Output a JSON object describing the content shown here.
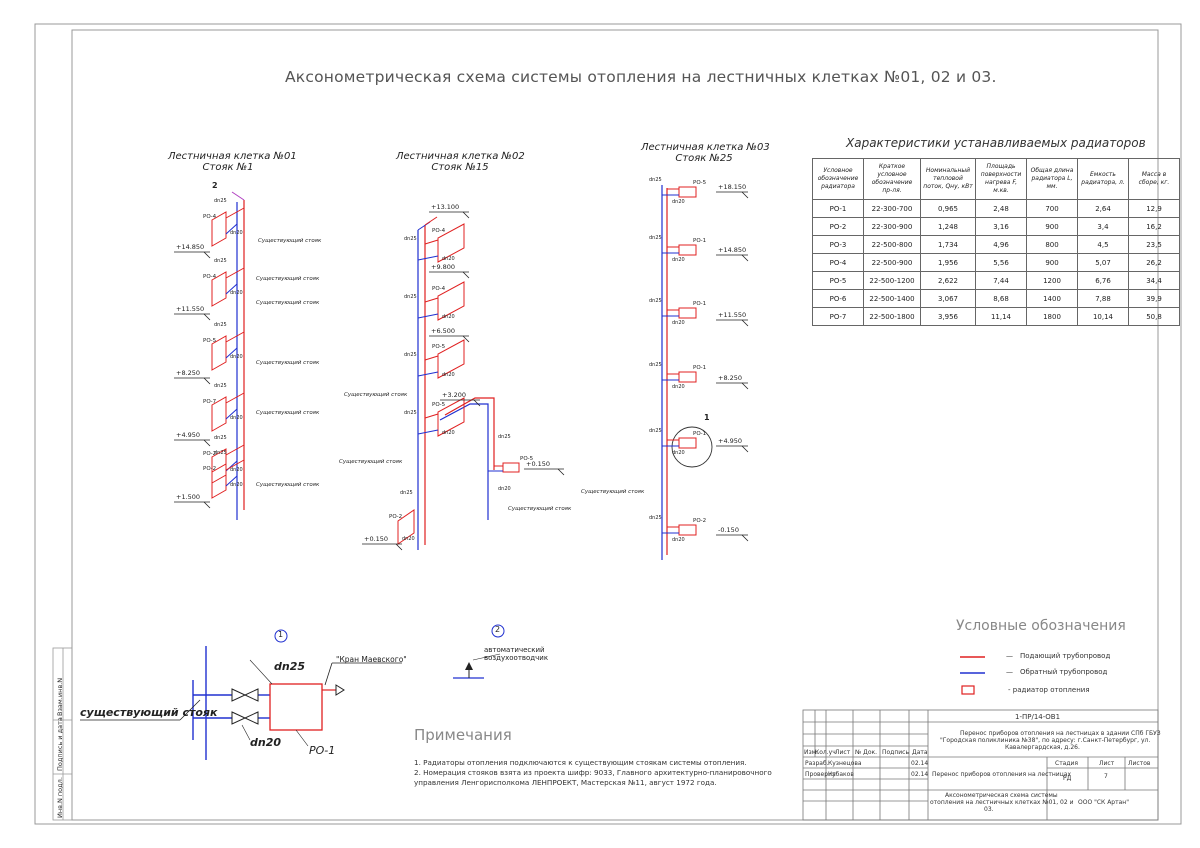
{
  "title": "Аксонометрическая схема системы отопления на лестничных клетках №01, 02 и 03.",
  "stairs": [
    {
      "title": "Лестничная клетка №01",
      "riser": "Стояк №1"
    },
    {
      "title": "Лестничная клетка №02",
      "riser": "Стояк №15"
    },
    {
      "title": "Лестничная клетка №03",
      "riser": "Стояк №25"
    }
  ],
  "labels": {
    "existing_riser": "Существующий стояк",
    "dn25": "dn25",
    "dn20": "dn20",
    "leader_1": "1",
    "leader_2": "2"
  },
  "levels1": [
    "+14.850",
    "+11.550",
    "+8.250",
    "+4.950",
    "+1.500"
  ],
  "levels2": [
    "+13.100",
    "+9.800",
    "+6.500",
    "+3.200",
    "+0.150",
    "+0.150"
  ],
  "levels3": [
    "+18.150",
    "+14.850",
    "+11.550",
    "+8.250",
    "+4.950",
    "-0.150"
  ],
  "radiators1": [
    "РО-4",
    "РО-4",
    "РО-5",
    "РО-7",
    "РО-2",
    "РО-2"
  ],
  "radiators2": [
    "РО-4",
    "РО-4",
    "РО-5",
    "РО-5",
    "РО-5",
    "РО-2"
  ],
  "radiators3": [
    "РО-5",
    "РО-1",
    "РО-1",
    "РО-1",
    "РО-1",
    "РО-2"
  ],
  "table": {
    "caption": "Характеристики устанавливаемых радиаторов",
    "headers": [
      "Условное обозначение радиатора",
      "Краткое условное обозначение пр-ля.",
      "Номинальный тепловой поток, Qну, кВт",
      "Площадь поверхности нагрева F, м.кв.",
      "Общая длина радиатора L, мм.",
      "Емкость радиатора, л.",
      "Масса в сборе, кг."
    ],
    "rows": [
      [
        "РО-1",
        "22-300-700",
        "0,965",
        "2,48",
        "700",
        "2,64",
        "12,9"
      ],
      [
        "РО-2",
        "22-300-900",
        "1,248",
        "3,16",
        "900",
        "3,4",
        "16,2"
      ],
      [
        "РО-3",
        "22-500-800",
        "1,734",
        "4,96",
        "800",
        "4,5",
        "23,5"
      ],
      [
        "РО-4",
        "22-500-900",
        "1,956",
        "5,56",
        "900",
        "5,07",
        "26,2"
      ],
      [
        "РО-5",
        "22-500-1200",
        "2,622",
        "7,44",
        "1200",
        "6,76",
        "34,4"
      ],
      [
        "РО-6",
        "22-500-1400",
        "3,067",
        "8,68",
        "1400",
        "7,88",
        "39,9"
      ],
      [
        "РО-7",
        "22-500-1800",
        "3,956",
        "11,14",
        "1800",
        "10,14",
        "50,8"
      ]
    ]
  },
  "detail1": {
    "marker": "1",
    "existing_riser": "существующий стояк",
    "dn25": "dn25",
    "dn20": "dn20",
    "valve": "\"Кран Маевского\"",
    "radiator": "РО-1"
  },
  "detail2": {
    "marker": "2",
    "line1": "автоматический",
    "line2": "воздухоотводчик"
  },
  "legend": {
    "title": "Условные обозначения",
    "supply": "Подающий трубопровод",
    "return": "Обратный трубопровод",
    "radiator": "- радиатор отопления",
    "supply_color": "#e02020",
    "return_color": "#2030d0"
  },
  "notes": {
    "title": "Примечания",
    "lines": [
      "1. Радиаторы отопления подключаются к существующим стоякам системы отопления.",
      "2. Номерация стояков взята из проекта шифр: 9033, Главного архитектурно-планировочного",
      "управления Ленгорисполкома ЛЕНПРОЕКТ, Мастерская №11, август 1972 года."
    ]
  },
  "stamp": {
    "code": "1-ПР/14-ОВ1",
    "project": [
      "Перенос приборов отопления на лестницах в здании СПб ГБУЗ",
      "\"Городская поликлиника №38\", по адресу: г.Санкт-Петербург, ул.",
      "Кавалергардская, д.26."
    ],
    "cols": [
      "Изм.",
      "Кол.уч",
      "Лист",
      "№ Док.",
      "Подпись",
      "Дата"
    ],
    "row1": [
      "Разраб.",
      "Кузнецова",
      "02.14"
    ],
    "row2": [
      "Проверил",
      "Чубаков",
      "02.14"
    ],
    "section": "Перенос приборов отопления на лестницах",
    "stage_h": "Стадия",
    "sheet_h": "Лист",
    "sheets_h": "Листов",
    "stage": "РД",
    "sheet": "7",
    "drawing": [
      "Аксонометрическая схема системы",
      "отопления на лестничных клетках №01, 02 и",
      "03."
    ],
    "company": "ООО \"СК Артан\""
  },
  "side_stamp": [
    "Взам.инв.N",
    "Подпись и дата",
    "Инв.N подл."
  ]
}
